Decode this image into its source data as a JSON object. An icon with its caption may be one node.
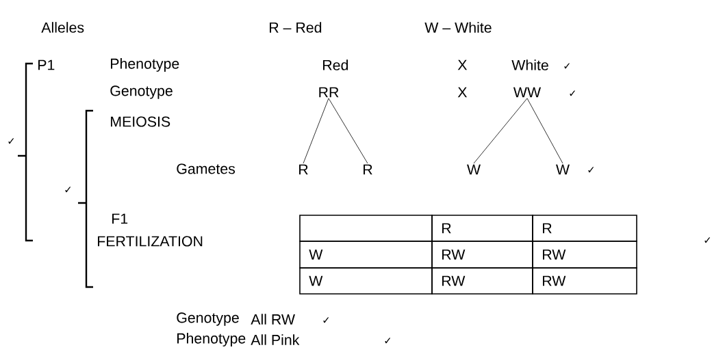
{
  "diagram": {
    "nodes": [
      {
        "text": [
          "RR"
        ]
      },
      {
        "text": [
          "WW"
        ]
      },
      {
        "text": [
          "R"
        ]
      },
      {
        "text": [
          "R"
        ]
      },
      {
        "text": [
          "W"
        ]
      },
      {
        "text": [
          "W"
        ]
      }
    ],
    "edges": [
      {
        "from": 0,
        "to": 2,
        "arrow": "none"
      },
      {
        "from": 0,
        "to": 3,
        "arrow": "none"
      },
      {
        "from": 1,
        "to": 4,
        "arrow": "none"
      },
      {
        "from": 1,
        "to": 5,
        "arrow": "none"
      }
    ],
    "labels": [
      "Alleles",
      "R – Red",
      "W – White",
      "P1",
      "Phenotype",
      "Red",
      "X",
      "White",
      "✓",
      "Genotype",
      "X",
      "✓",
      "MEIOSIS",
      "✓",
      "Gametes",
      "✓",
      "✓",
      "F1",
      "FERTILIZATION",
      "R",
      "R",
      "W",
      "RW",
      "RW",
      "W",
      "RW",
      "RW",
      "✓",
      "Genotype",
      "All RW",
      "✓",
      "Phenotype",
      "All Pink",
      "✓"
    ]
  }
}
